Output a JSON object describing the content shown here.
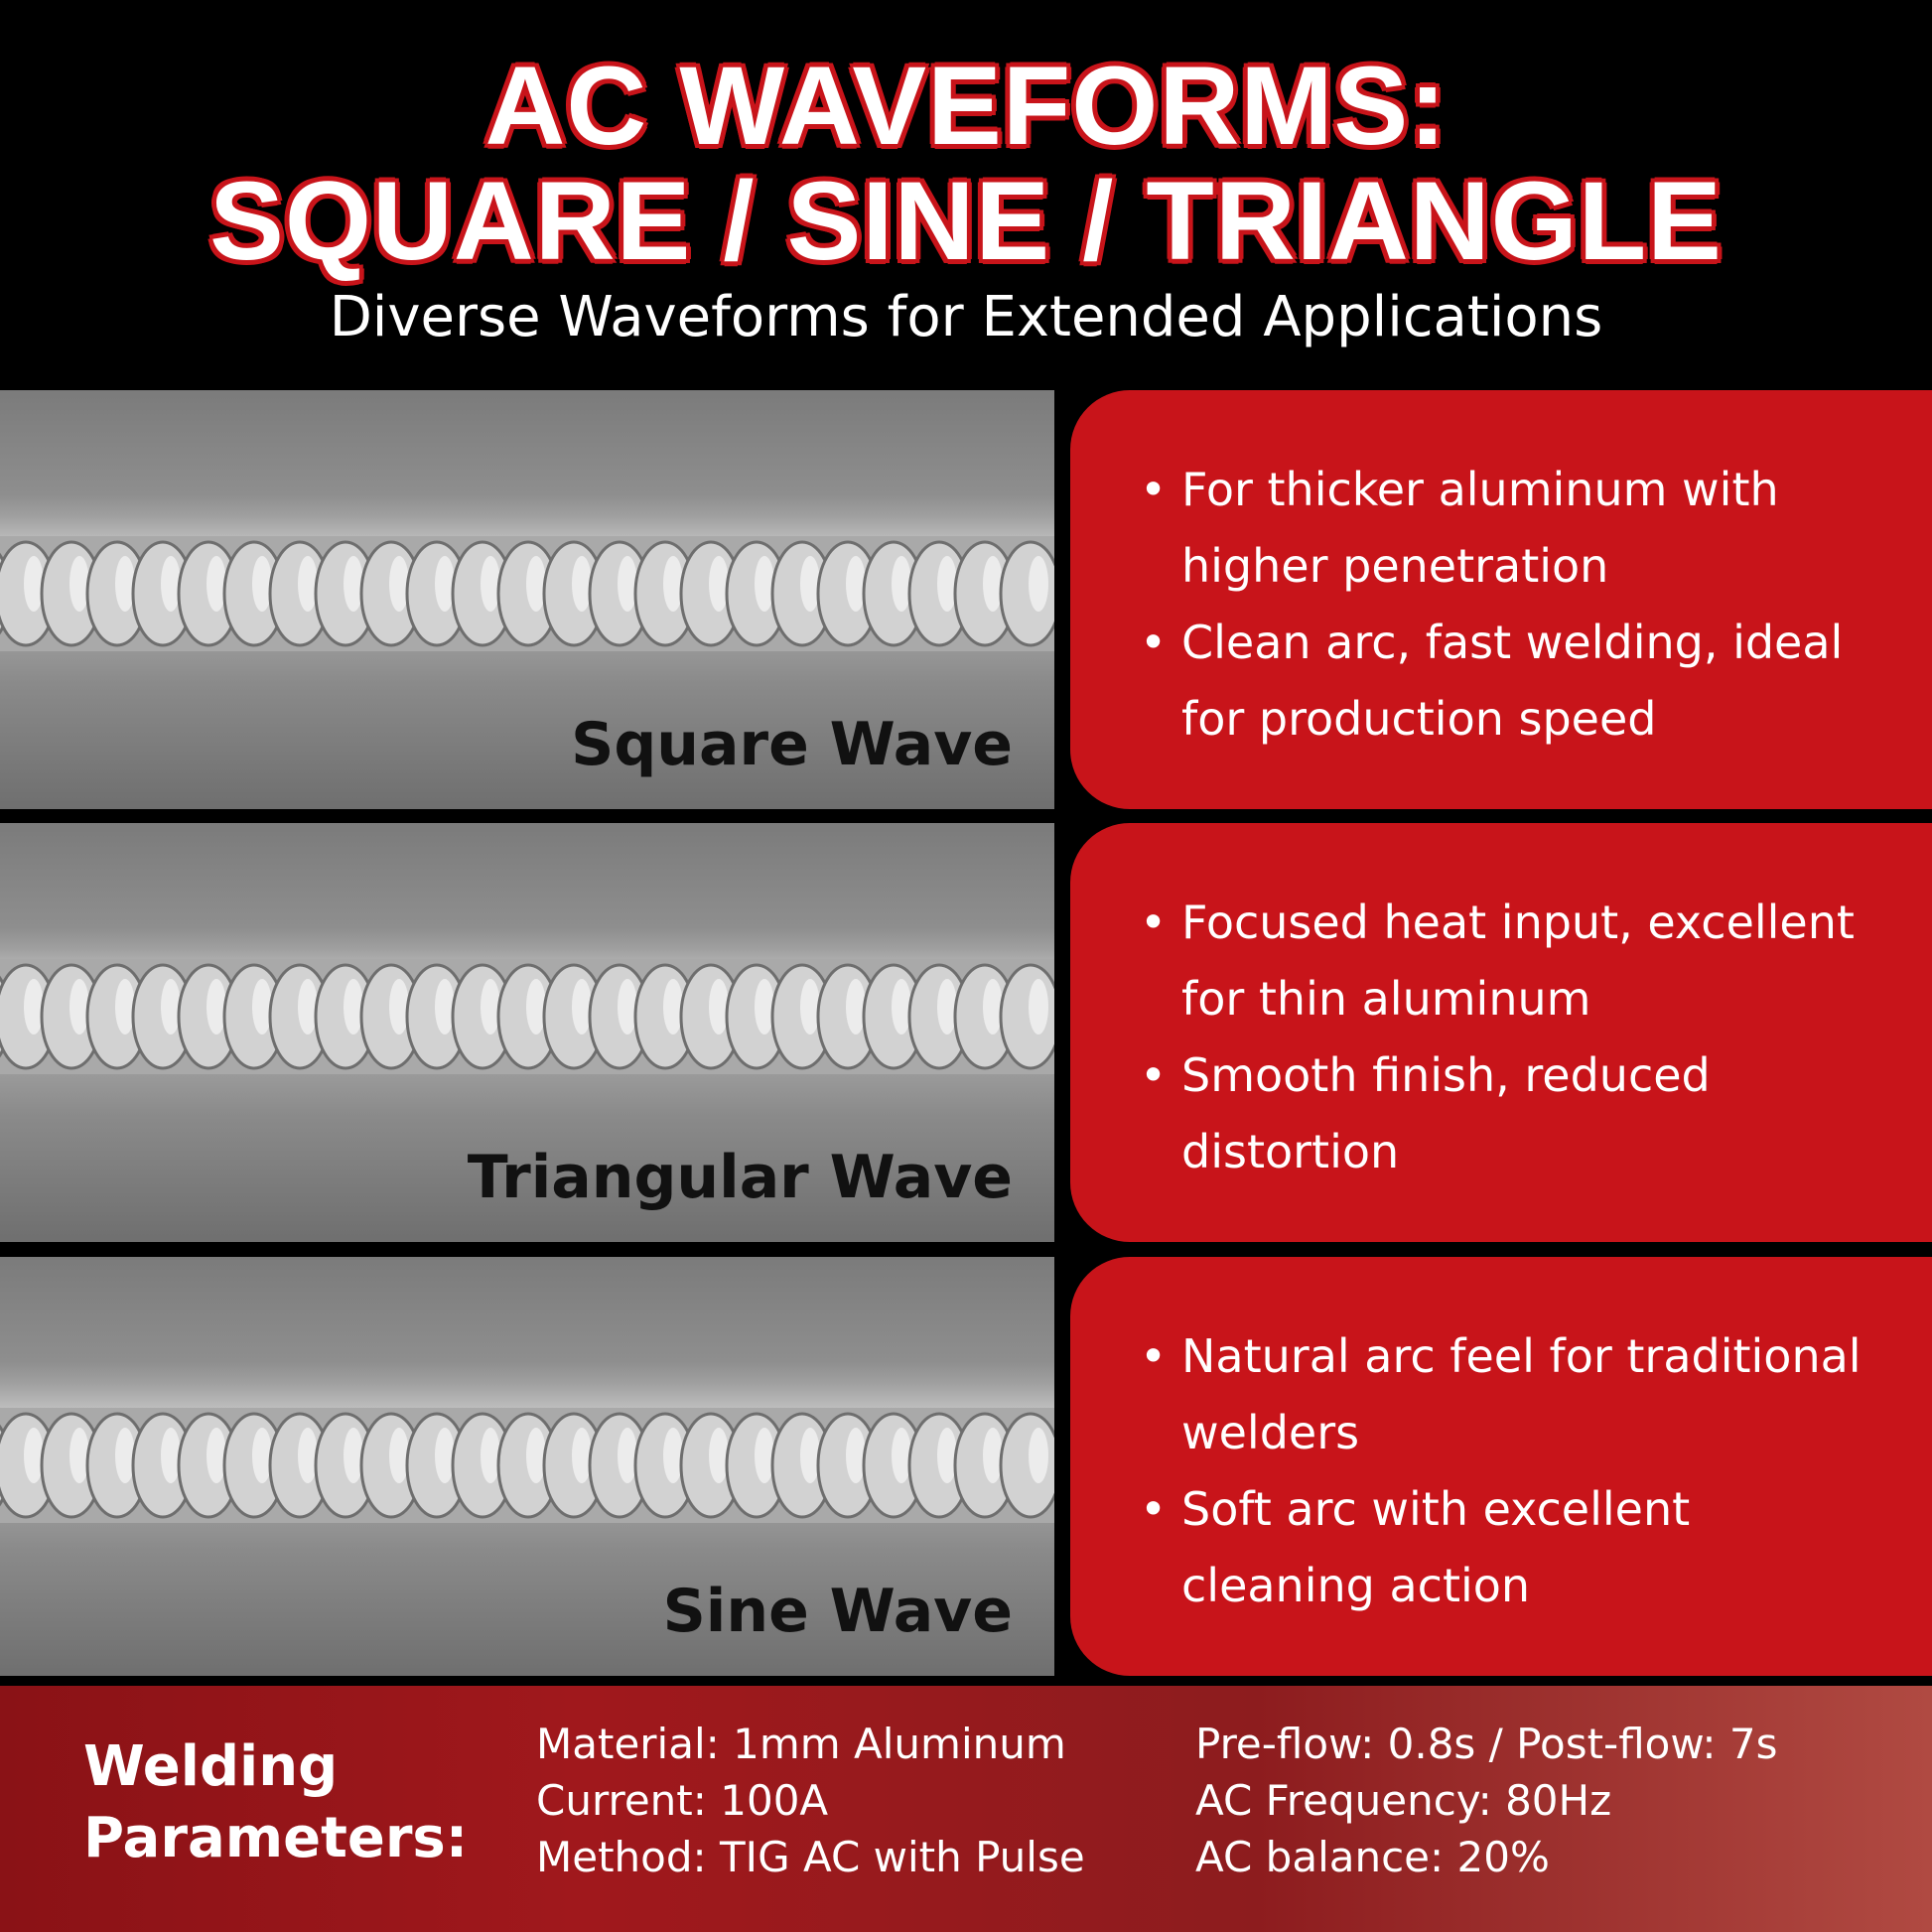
{
  "header": {
    "title_line1": "AC WAVEFORMS:",
    "title_line2": "SQUARE / SINE / TRIANGLE",
    "subtitle": "Diverse Waveforms for Extended Applications"
  },
  "rows": [
    {
      "label": "Square Wave",
      "bullets": [
        "For thicker aluminum with higher penetration",
        "Clean arc, fast welding, ideal for production speed"
      ]
    },
    {
      "label": "Triangular Wave",
      "bullets": [
        "Focused heat input, excellent for thin aluminum",
        "Smooth finish, reduced distortion"
      ]
    },
    {
      "label": "Sine Wave",
      "bullets": [
        "Natural arc feel for traditional welders",
        "Soft arc with excellent cleaning action"
      ]
    }
  ],
  "footer": {
    "label_line1": "Welding",
    "label_line2": "Parameters:",
    "col1": [
      "Material: 1mm Aluminum",
      "Current: 100A",
      "Method: TIG AC with Pulse"
    ],
    "col2": [
      "Pre-flow: 0.8s / Post-flow: 7s",
      "AC Frequency: 80Hz",
      "AC balance: 20%"
    ]
  },
  "colors": {
    "accent_red": "#c8141a",
    "background": "#000000"
  }
}
